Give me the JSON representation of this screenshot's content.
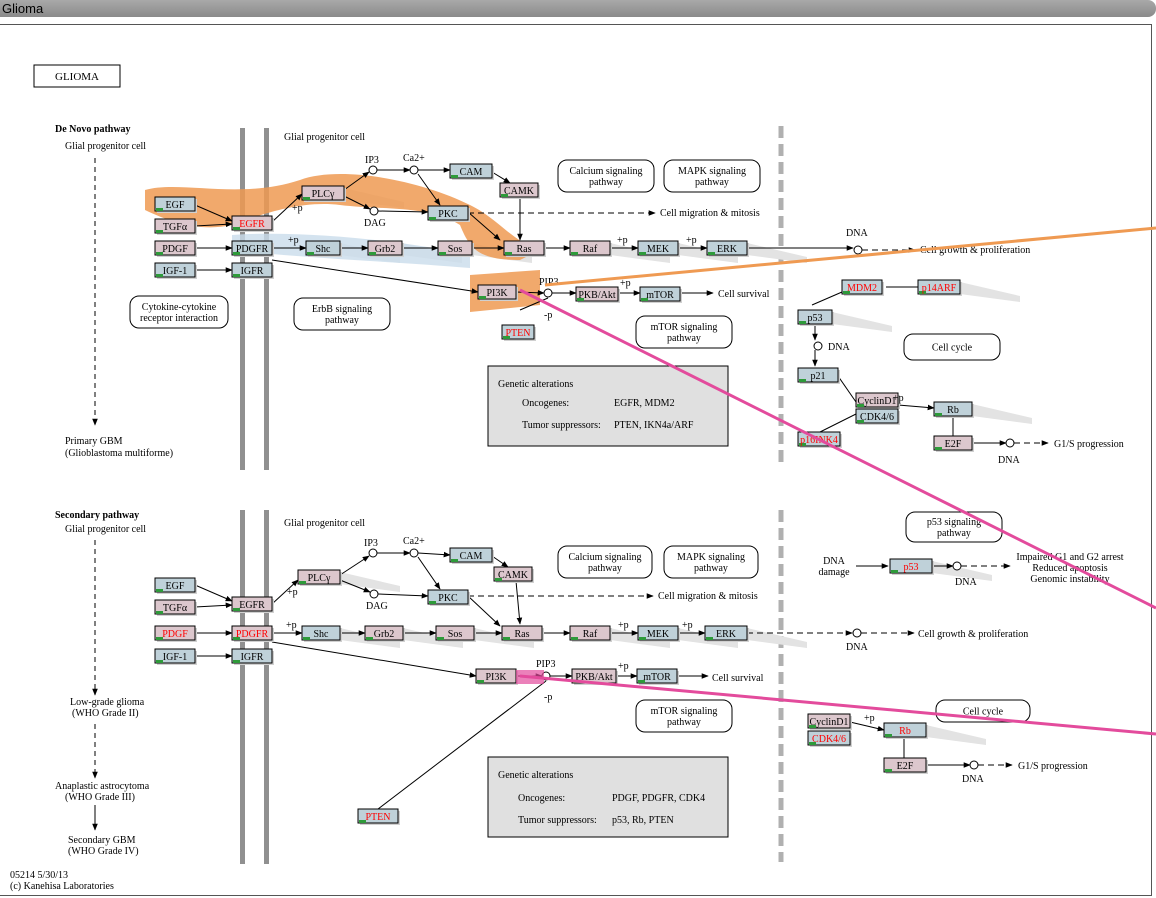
{
  "window": {
    "title": "Glioma"
  },
  "colors": {
    "gene_blue": "#bfd1d9",
    "gene_pink": "#dcc7cd",
    "alt_box": "#e0e0e0",
    "red_text": "#ff0000",
    "highlight_orange": "#ef9a52",
    "highlight_pink": "#e34b9c",
    "highlight_blue": "#c9dceb",
    "membrane": "#909090"
  },
  "map_title": "GLIOMA",
  "denovo": {
    "header": "De Novo pathway",
    "cell": "Glial progenitor cell",
    "cell2": "Glial progenitor cell",
    "outcome": [
      "Primary GBM",
      "(Glioblastoma multiforme)"
    ],
    "genes": {
      "EGF": "EGF",
      "TGFa": "TGFα",
      "PDGF": "PDGF",
      "IGF1": "IGF-1",
      "EGFR": "EGFR",
      "PDGFR": "PDGFR",
      "IGFR": "IGFR",
      "PLCg": "PLCγ",
      "PKC": "PKC",
      "CAM": "CAM",
      "CAMK": "CAMK",
      "Shc": "Shc",
      "Grb2": "Grb2",
      "Sos": "Sos",
      "Ras": "Ras",
      "Raf": "Raf",
      "MEK": "MEK",
      "ERK": "ERK",
      "PI3K": "PI3K",
      "PKB": "PKB/Akt",
      "mTOR": "mTOR",
      "PTEN": "PTEN",
      "MDM2": "MDM2",
      "p14ARF": "p14ARF",
      "p53": "p53",
      "p21": "p21",
      "CyclinD1": "CyclinD1",
      "CDK46": "CDK4/6",
      "p16INK4": "p16INK4",
      "Rb": "Rb",
      "E2F": "E2F"
    },
    "labels": {
      "IP3": "IP3",
      "Ca": "Ca2+",
      "DAG": "DAG",
      "PIP3": "PIP3",
      "p1": "+p",
      "p2": "+p",
      "p3": "+p",
      "p4": "+p",
      "p5": "+p",
      "p6": "+p",
      "minusp": "-p",
      "migration": "Cell migration & mitosis",
      "growth": "Cell growth & proliferation",
      "survival": "Cell survival",
      "DNA1": "DNA",
      "DNA2": "DNA",
      "DNA3": "DNA",
      "g1s": "G1/S progression"
    },
    "pathways": {
      "calcium": [
        "Calcium signaling",
        "pathway"
      ],
      "mapk": [
        "MAPK signaling",
        "pathway"
      ],
      "cytokine": [
        "Cytokine-cytokine",
        "receptor interaction"
      ],
      "erbb": [
        "ErbB signaling",
        "pathway"
      ],
      "mtor": [
        "mTOR signaling",
        "pathway"
      ],
      "cellcycle": [
        "Cell cycle"
      ]
    },
    "alterations": {
      "title": "Genetic alterations",
      "onc_label": "Oncogenes:",
      "onc": "EGFR, MDM2",
      "sup_label": "Tumor suppressors:",
      "sup": "PTEN, IKN4a/ARF"
    }
  },
  "secondary": {
    "header": "Secondary pathway",
    "cell": "Glial progenitor cell",
    "cell2": "Glial progenitor cell",
    "stages": [
      [
        "Low-grade glioma",
        "(WHO Grade II)"
      ],
      [
        "Anaplastic astrocytoma",
        "(WHO Grade III)"
      ],
      [
        "Secondary GBM",
        "(WHO Grade IV)"
      ]
    ],
    "genes": {
      "EGF": "EGF",
      "TGFa": "TGFα",
      "PDGF": "PDGF",
      "IGF1": "IGF-1",
      "EGFR": "EGFR",
      "PDGFR": "PDGFR",
      "IGFR": "IGFR",
      "PLCg": "PLCγ",
      "PKC": "PKC",
      "CAM": "CAM",
      "CAMK": "CAMK",
      "Shc": "Shc",
      "Grb2": "Grb2",
      "Sos": "Sos",
      "Ras": "Ras",
      "Raf": "Raf",
      "MEK": "MEK",
      "ERK": "ERK",
      "PI3K": "PI3K",
      "PKB": "PKB/Akt",
      "mTOR": "mTOR",
      "PTEN": "PTEN",
      "p53": "p53",
      "CyclinD1": "CyclinD1",
      "CDK46": "CDK4/6",
      "Rb": "Rb",
      "E2F": "E2F"
    },
    "labels": {
      "IP3": "IP3",
      "Ca": "Ca2+",
      "DAG": "DAG",
      "PIP3": "PIP3",
      "p1": "+p",
      "p2": "+p",
      "p3": "+p",
      "p4": "+p",
      "p5": "+p",
      "p6": "+p",
      "minusp": "-p",
      "migration": "Cell migration & mitosis",
      "growth": "Cell growth & proliferation",
      "survival": "Cell survival",
      "DNA1": "DNA",
      "DNA2": "DNA",
      "DNA3": "DNA",
      "g1s": "G1/S progression",
      "dnadamage1": "DNA",
      "dnadamage2": "damage",
      "arrest": [
        "Impaired G1 and G2 arrest",
        "Reduced apoptosis",
        "Genomic instability"
      ]
    },
    "pathways": {
      "p53sig": [
        "p53 signaling",
        "pathway"
      ],
      "calcium": [
        "Calcium signaling",
        "pathway"
      ],
      "mapk": [
        "MAPK signaling",
        "pathway"
      ],
      "mtor": [
        "mTOR signaling",
        "pathway"
      ],
      "cellcycle": [
        "Cell cycle"
      ]
    },
    "alterations": {
      "title": "Genetic alterations",
      "onc_label": "Oncogenes:",
      "onc": "PDGF, PDGFR, CDK4",
      "sup_label": "Tumor suppressors:",
      "sup": "p53, Rb, PTEN"
    }
  },
  "footer": [
    "05214 5/30/13",
    "(c) Kanehisa Laboratories"
  ]
}
